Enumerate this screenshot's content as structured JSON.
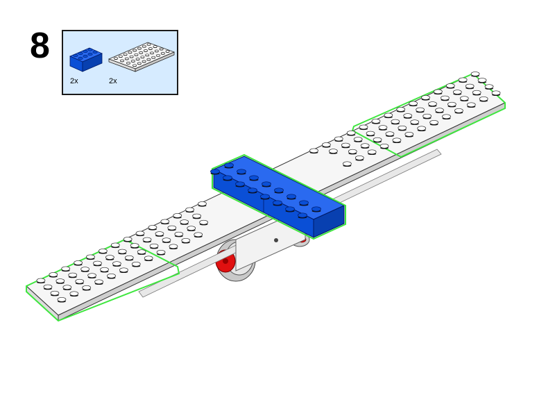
{
  "step": {
    "number": "8"
  },
  "parts_list": {
    "items": [
      {
        "name": "blue-brick-2x4",
        "quantity": "2x",
        "color": "#0a4fd6"
      },
      {
        "name": "white-plate-4x8",
        "quantity": "2x",
        "color": "#f4f4f4"
      }
    ]
  },
  "colors": {
    "parts_list_background": "#d6ebff",
    "new_part_highlight": "#3ee63e",
    "brick_blue": "#0a4fd6",
    "plate_white": "#f4f4f4",
    "wheel_red": "#e01010",
    "tire_gray": "#b8b8b8"
  }
}
